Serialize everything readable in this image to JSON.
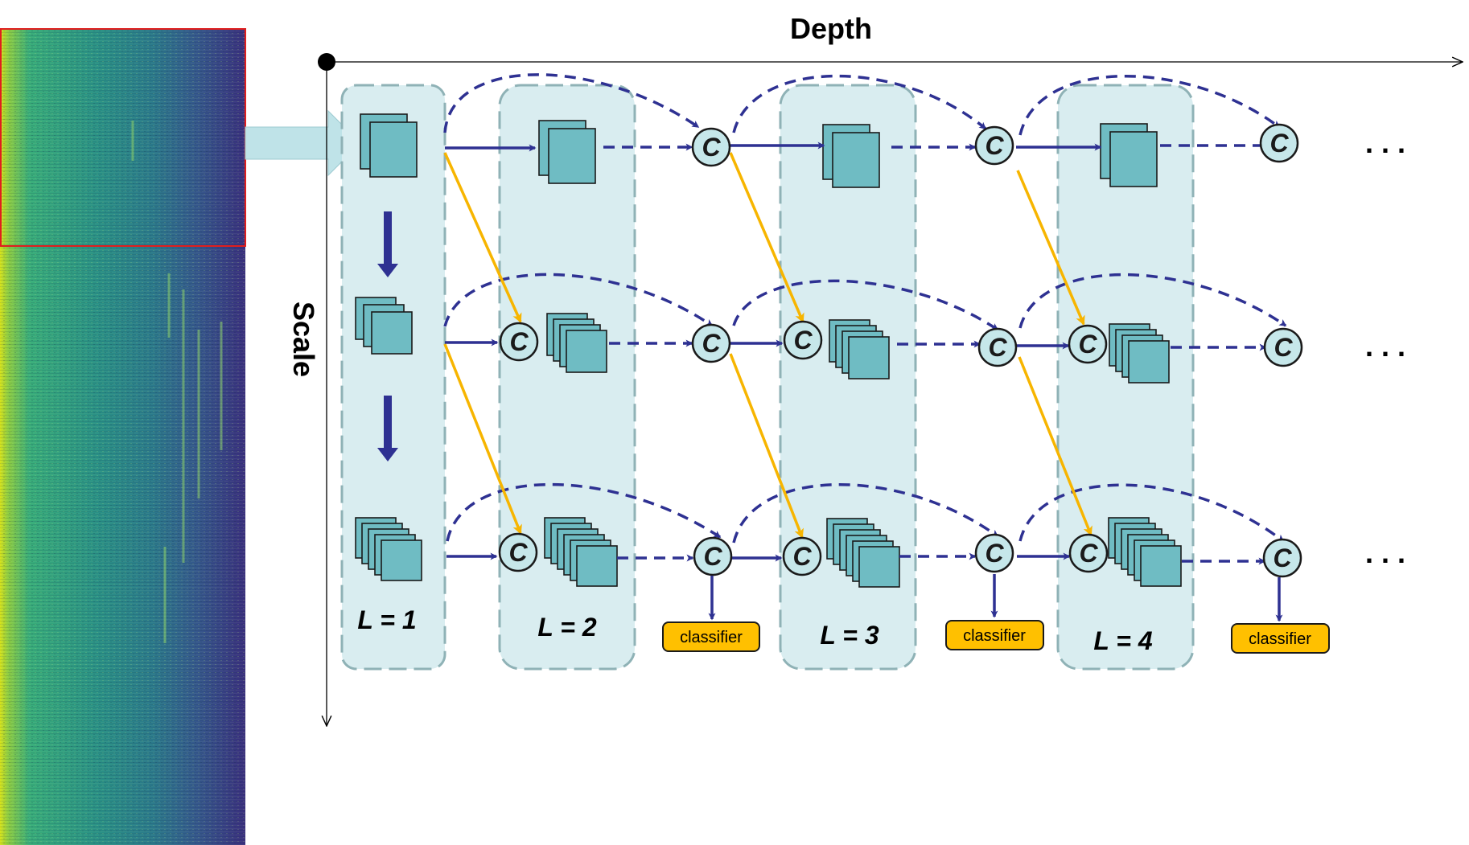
{
  "axes": {
    "depth_label": "Depth",
    "scale_label": "Scale"
  },
  "levels": [
    "L = 1",
    "L = 2",
    "L = 3",
    "L = 4"
  ],
  "concat_symbol": "C",
  "classifier_label": "classifier",
  "continuation": ". . .",
  "colors": {
    "column_fill": "#d9edf0",
    "column_border": "#8fb2b6",
    "feature_fill": "#6fbcc3",
    "arrow_blue": "#2e3192",
    "arrow_yellow": "#f7b500",
    "classifier_fill": "#ffc000",
    "spectrogram_border": "#e01e1e"
  }
}
